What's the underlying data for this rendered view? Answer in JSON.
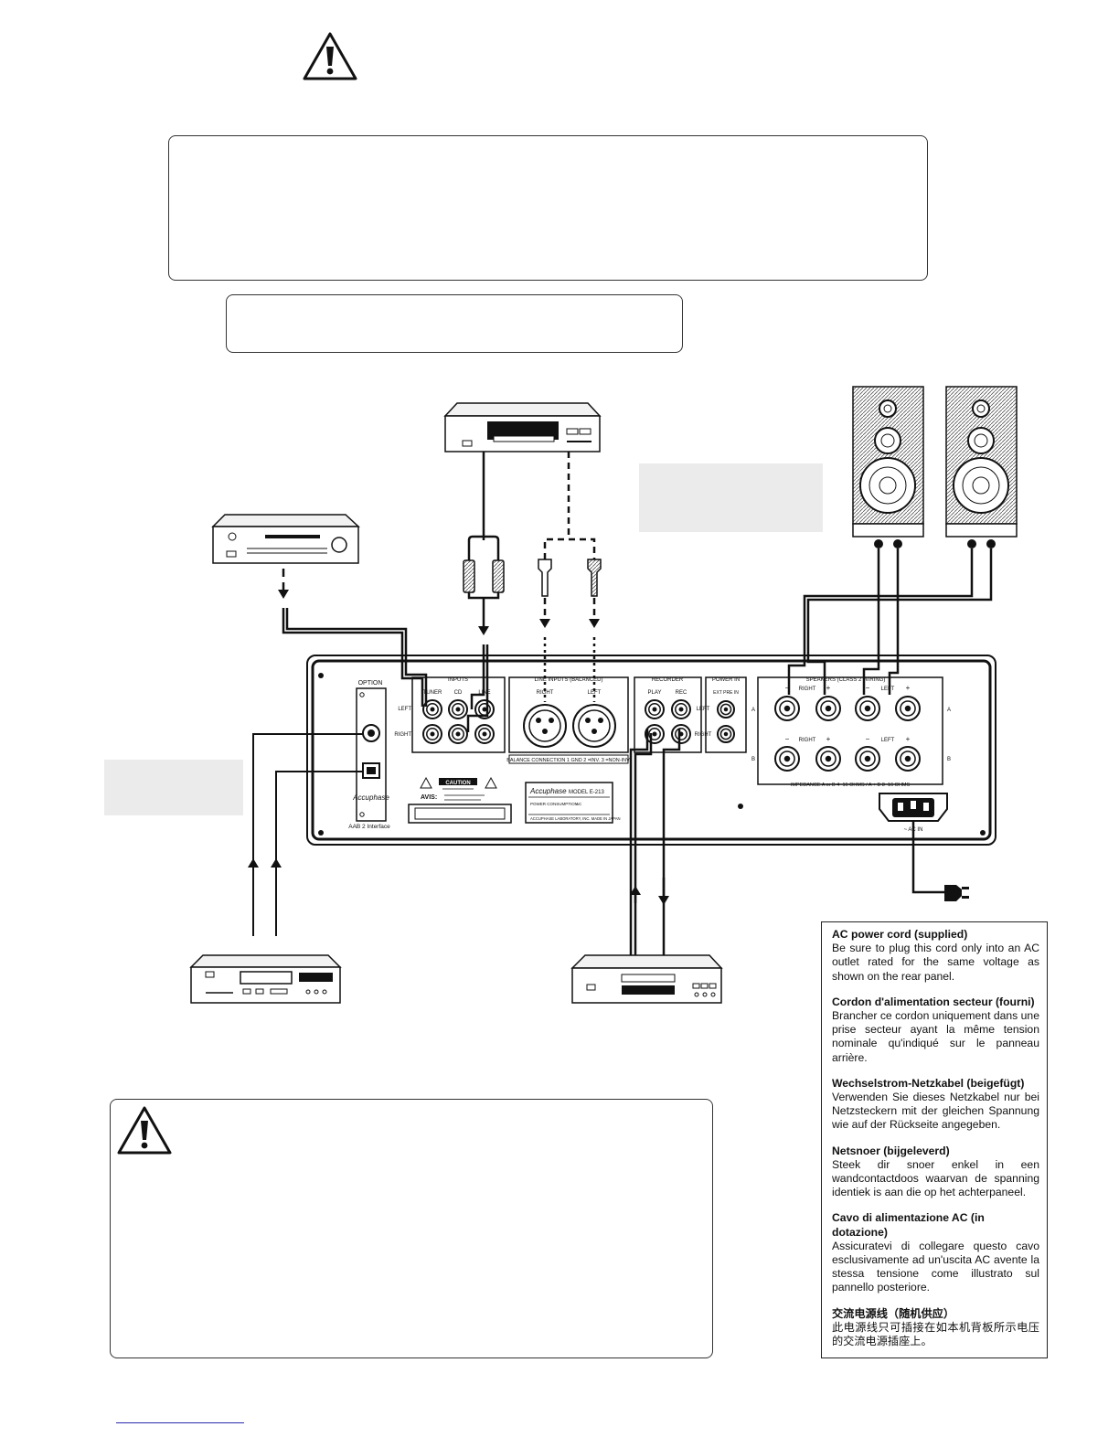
{
  "panel": {
    "brand": "Accuphase",
    "option_label": "OPTION",
    "option_card_label": "AAB 2 Interface",
    "inputs_label": "INPUTS",
    "tuner_label": "TUNER",
    "cd_label": "CD",
    "line_label": "LINE",
    "left_label": "LEFT",
    "right_label": "RIGHT",
    "balanced_label": "LINE INPUTS (BALANCED)",
    "bal_right_label": "RIGHT",
    "bal_left_label": "LEFT",
    "balance_connection": "BALANCE CONNECTION  1 GND  2 =INV.  3 =NON-INV.",
    "recorder_label": "RECORDER",
    "play_label": "PLAY",
    "rec_label": "REC",
    "power_in_label": "POWER IN",
    "ext_pre_in_label": "EXT PRE IN",
    "speakers_label": "SPEAKERS (CLASS 2 WIRING)",
    "sp_right": "RIGHT",
    "sp_left": "LEFT",
    "sp_minus": "−",
    "sp_plus": "+",
    "sp_a": "A",
    "sp_b": "B",
    "impedance_label": "IMPEDANCE  A or B  4~16 OHMS / A + B 8~16 OHMS",
    "caution_label": "CAUTION",
    "avis_label": "AVIS:",
    "model_label": "MODEL  E-213",
    "power_consumption": "POWER CONSUMPTION",
    "ac_label": "AC",
    "maker_label": "ACCUPHASE LABORATORY, INC.  MADE IN JAPAN",
    "ac_in_label": "~ AC IN"
  },
  "ac_note": {
    "sections": [
      {
        "heading": "AC power cord (supplied)",
        "body": "Be sure to plug this cord only into an AC outlet rated for the same voltage as shown on the rear panel."
      },
      {
        "heading": "Cordon d'alimentation secteur (fourni)",
        "body": "Brancher ce cordon uniquement dans une prise secteur ayant la même tension nominale qu'indiqué sur le panneau arrière."
      },
      {
        "heading": "Wechselstrom-Netzkabel (beigefügt)",
        "body": "Verwenden Sie dieses Netzkabel nur bei Netzsteckern mit der gleichen Spannung wie auf der Rückseite angegeben."
      },
      {
        "heading": "Netsnoer (bijgeleverd)",
        "body": "Steek dir snoer enkel in een wandcontactdoos waarvan de spanning identiek is aan die op het achterpaneel."
      },
      {
        "heading": "Cavo di alimentazione AC (in dotazione)",
        "body": "Assicuratevi di collegare questo cavo esclusivamente ad un'uscita AC avente la stessa tensione come illustrato sul pannello posteriore."
      },
      {
        "heading": "交流电源线（随机供应）",
        "body": "此电源线只可插接在如本机背板所示电压的交流电源插座上。"
      }
    ]
  },
  "icons": [
    "warning-triangle-icon",
    "warning-triangle-icon"
  ]
}
